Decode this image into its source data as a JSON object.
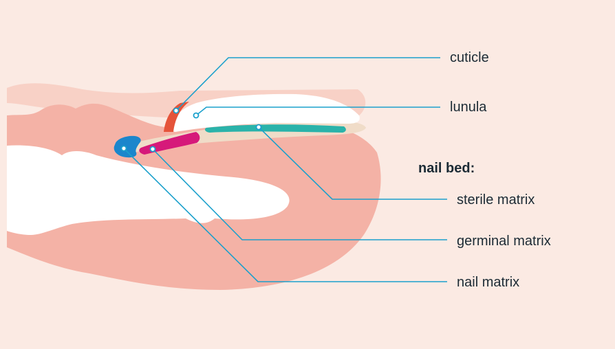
{
  "labels": {
    "cuticle": "cuticle",
    "lunula": "lunula",
    "nail_bed_heading": "nail bed:",
    "sterile_matrix": "sterile matrix",
    "germinal_matrix": "germinal matrix",
    "nail_matrix": "nail matrix"
  },
  "colors": {
    "background": "#fbeae3",
    "skin_light": "#f8d1c6",
    "skin": "#f4b2a6",
    "bone": "#ffffff",
    "nail_plate": "#f0dcc8",
    "lunula": "#ffffff",
    "cuticle": "#e5543a",
    "sterile_matrix": "#2ab3aa",
    "germinal_matrix": "#d6197a",
    "nail_matrix": "#1b86cc",
    "leader_line": "#1aa0cc",
    "text": "#1c2b35"
  }
}
